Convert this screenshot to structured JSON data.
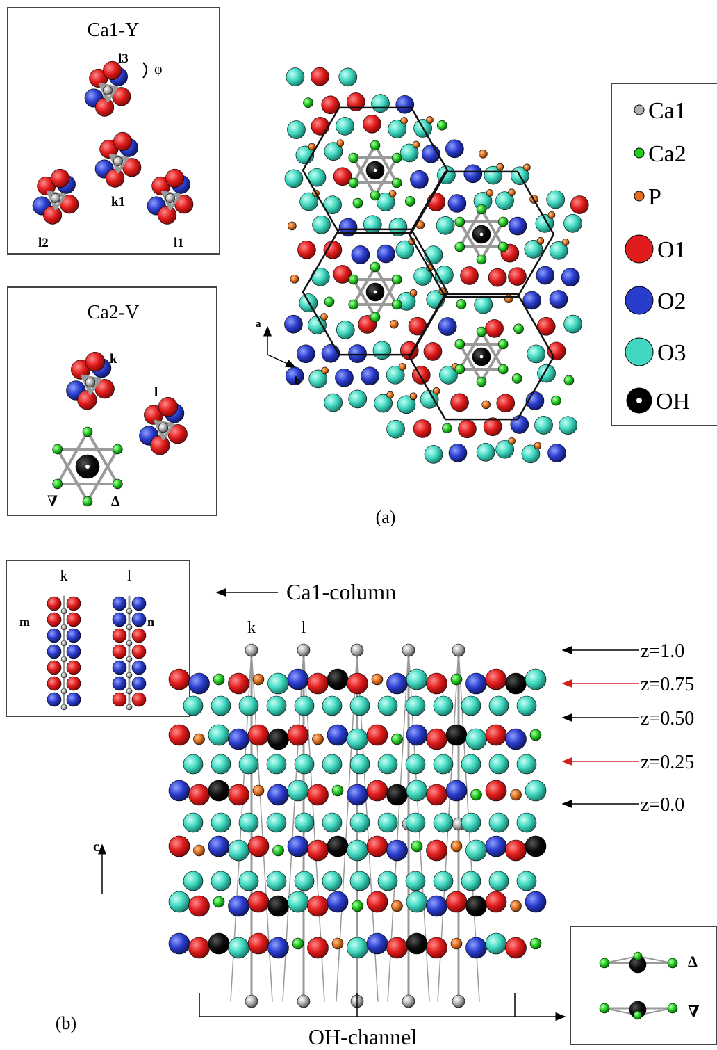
{
  "panel_a": {
    "label": "(a)",
    "inset_ca1y": {
      "title": "Ca1-Y",
      "l3": "l3",
      "phi": "φ",
      "k1": "k1",
      "l2": "l2",
      "l1": "l1"
    },
    "inset_ca2v": {
      "title": "Ca2-V",
      "k": "k",
      "l": "l",
      "down": "∇",
      "up": "Δ"
    },
    "axes": {
      "a": "a",
      "b": "b"
    },
    "legend": [
      {
        "label": "Ca1",
        "color": "#b0b0b0"
      },
      {
        "label": "Ca2",
        "color": "#22cc22"
      },
      {
        "label": "P",
        "color": "#e07020"
      },
      {
        "label": "O1",
        "color": "#e01c1c"
      },
      {
        "label": "O2",
        "color": "#2a3ccc"
      },
      {
        "label": "O3",
        "color": "#40d8c0"
      },
      {
        "label": "OH",
        "color": "#000000"
      }
    ]
  },
  "panel_b": {
    "label": "(b)",
    "inset_column": {
      "k": "k",
      "l": "l",
      "m": "m",
      "n": "n"
    },
    "ca1_column": "Ca1-column",
    "col_k": "k",
    "col_l": "l",
    "z_levels": [
      {
        "label": "z=1.0",
        "arrow_color": "#000000"
      },
      {
        "label": "z=0.75",
        "arrow_color": "#d02020"
      },
      {
        "label": "z=0.50",
        "arrow_color": "#000000"
      },
      {
        "label": "z=0.25",
        "arrow_color": "#d02020"
      },
      {
        "label": "z=0.0",
        "arrow_color": "#000000"
      }
    ],
    "axis_c": "c",
    "oh_channel": "OH-channel",
    "inset_triangles": {
      "up": "Δ",
      "down": "∇"
    }
  }
}
